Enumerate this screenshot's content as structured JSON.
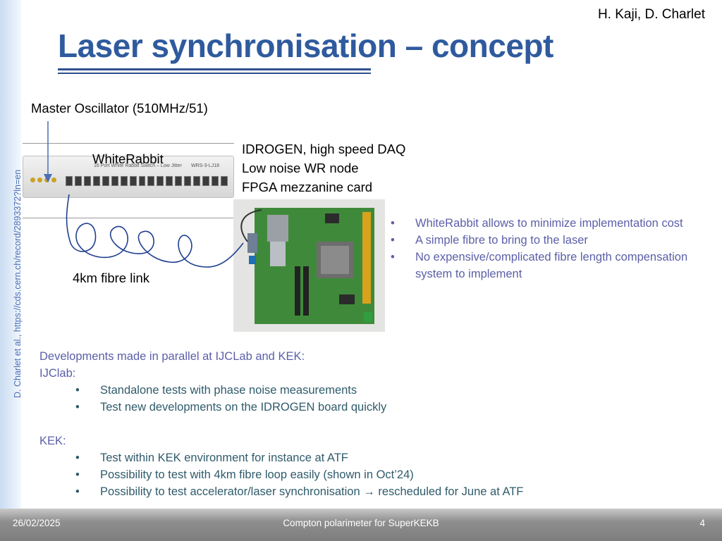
{
  "sidebar": {
    "text": "D. Charlet et al., https://cds.cern.ch/record/2893372?ln=en"
  },
  "header": {
    "authors": "H. Kaji, D. Charlet",
    "title": "Laser synchronisation – concept"
  },
  "diagram": {
    "master_osc": "Master Oscillator (510MHz/51)",
    "whiterabbit": "WhiteRabbit",
    "idrogen": [
      "IDROGEN, high speed DAQ",
      "Low noise WR node",
      "FPGA mezzanine card"
    ],
    "fibre": "4km fibre link",
    "switch_caption": "16 Port White Rabbit Switch – Low Jitter",
    "switch_model": "WRS-3-LJ18"
  },
  "bullets_right": [
    "WhiteRabbit allows to minimize implementation cost",
    "A simple fibre to bring to the laser",
    "No expensive/complicated fibre length compensation system to implement"
  ],
  "developments": {
    "intro": "Developments made in parallel at IJCLab and KEK:",
    "ijclab_label": "IJClab:",
    "ijclab_items": [
      "Standalone tests with phase noise measurements",
      "Test new developments on the IDROGEN board quickly"
    ],
    "kek_label": "KEK:",
    "kek_items": [
      "Test within KEK environment for instance at ATF",
      "Possibility to test with 4km fibre loop easily (shown in Oct’24)",
      "Possibility to test accelerator/laser synchronisation → rescheduled for June at ATF"
    ]
  },
  "footer": {
    "date": "26/02/2025",
    "center": "Compton polarimeter for SuperKEKB",
    "page": "4"
  },
  "colors": {
    "title": "#2f5a9e",
    "bullet_text": "#5b5fa8",
    "sub_item_text": "#2f5b6b",
    "pcb_green": "#3f8a3a"
  }
}
